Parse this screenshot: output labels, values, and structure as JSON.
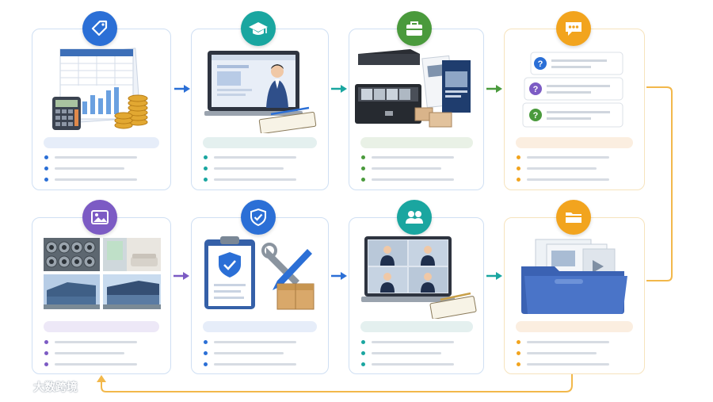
{
  "brand": {
    "logo_text": "大数跨境"
  },
  "colors": {
    "blue": "#2b6fd6",
    "teal": "#1aa6a0",
    "green": "#4a9a3c",
    "orange": "#f2a41e",
    "purple": "#7c5bc4",
    "connector": "#f2b84b"
  },
  "steps": [
    {
      "id": "pricing",
      "icon": "price-tag-icon",
      "accent": "#2b6fd6"
    },
    {
      "id": "training",
      "icon": "graduation-cap-icon",
      "accent": "#1aa6a0"
    },
    {
      "id": "samples",
      "icon": "briefcase-icon",
      "accent": "#4a9a3c"
    },
    {
      "id": "faq",
      "icon": "chat-bubble-icon",
      "accent": "#f2a41e"
    },
    {
      "id": "archive",
      "icon": "folder-icon",
      "accent": "#f2a41e"
    },
    {
      "id": "meeting",
      "icon": "users-icon",
      "accent": "#1aa6a0"
    },
    {
      "id": "warranty",
      "icon": "shield-check-icon",
      "accent": "#2b6fd6"
    },
    {
      "id": "gallery",
      "icon": "image-icon",
      "accent": "#7c5bc4"
    }
  ]
}
